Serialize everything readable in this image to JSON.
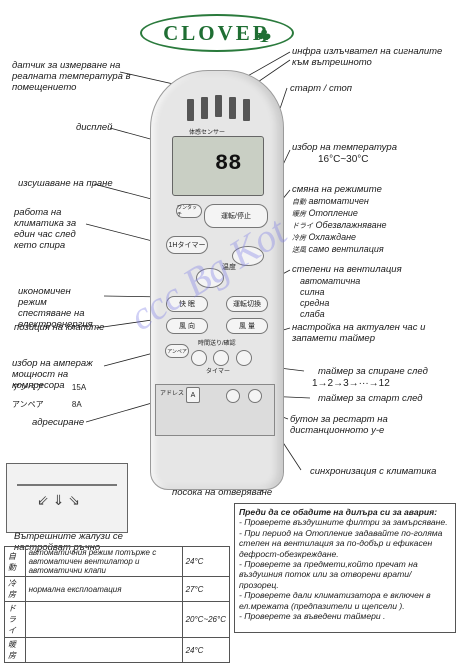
{
  "logo": {
    "text": "CLOVER"
  },
  "labels_left": {
    "sensor": "датчик за измерване на реалната температура в помещението",
    "display": "дисплей",
    "dry": "изсушаване на пране",
    "one_hour": "работа на климатика за един час след кето спира",
    "eco": "икономичен режим спестяване на електроенергия",
    "flaps": "позиция на клапите",
    "amperage": "избор на ампераж мощност на компресора",
    "address": "адресиране",
    "louvers": "Вътрешните жалузи се настройват ръчно"
  },
  "labels_right": {
    "ir": "инфра излъчвател на сигналите към вътрешното",
    "start_stop": "старт / стоп",
    "temp_select": "избор на температура",
    "temp_range": "16°C~30°C",
    "mode_change": "смяна на режимите",
    "modes": [
      "автоматичен",
      "Отопление",
      "Обезвлажняване",
      "Охлаждане",
      "само вентилация"
    ],
    "mode_icons": [
      "自動",
      "暖房",
      "ドライ",
      "冷房",
      "送風"
    ],
    "fan_speed": "степени на вентилация",
    "fan_levels": [
      "автоматична",
      "силна",
      "средна",
      "слаба"
    ],
    "clock": "настройка на актуален час и запамети таймер",
    "timer_off": "таймер за спиране след",
    "sequence": "1→2→3→···→12",
    "timer_on": "таймер за старт след",
    "reset": "бутон за рестарт на дистанционното у-е",
    "sync": "синхронизация с климатика",
    "pointing": "посока на отверяване"
  },
  "remote": {
    "sensor_text": "体感センサー",
    "display_num": "88",
    "one_touch": "ワンタッチ",
    "power": "運転/停止",
    "one_hour_btn": "1Hタイマー",
    "temp": "温度",
    "comfort": "快 眠",
    "mode_btn": "運転切換",
    "direction": "風 向",
    "fan": "風 量",
    "amp_btn": "アンペア",
    "timer": "タイマー",
    "clock_btn": "時間送り/確認",
    "address_btn": "アドレス",
    "address_a": "A",
    "amp_label_1": "アンペア",
    "amp_val_1": "15A",
    "amp_label_2": "アンペア",
    "amp_val_2": "8A"
  },
  "info": {
    "title": "Преди да се обадите на дилъра си за авария:",
    "items": [
      "- Проверете въздушните филтри за замърсяване.",
      "- При период на Отопление задавайте по-голяма степен на вентилация за по-добър и ефикасен дефрост-обезкреждане.",
      "- Проверете за предмети,който пречат на въздушния поток или за отворени врати/прозорец.",
      "- Проверете дали климатизатора е включен в ел.мрежата (предпазители и щепсели ).",
      "- Проверете за въведени таймери ."
    ]
  },
  "modes_table": [
    {
      "mode": "自動",
      "desc": "автоматичния режим потърже с автоматичен вентилатор и автоматични клапи",
      "temp": "24°C"
    },
    {
      "mode": "冷房",
      "desc": "нормална експлоатация",
      "temp": "27°C"
    },
    {
      "mode": "ドライ",
      "desc": "",
      "temp": "20°C~26°C"
    },
    {
      "mode": "暖房",
      "desc": "",
      "temp": "24°C"
    }
  ],
  "watermark": "ccc Bg Kot"
}
